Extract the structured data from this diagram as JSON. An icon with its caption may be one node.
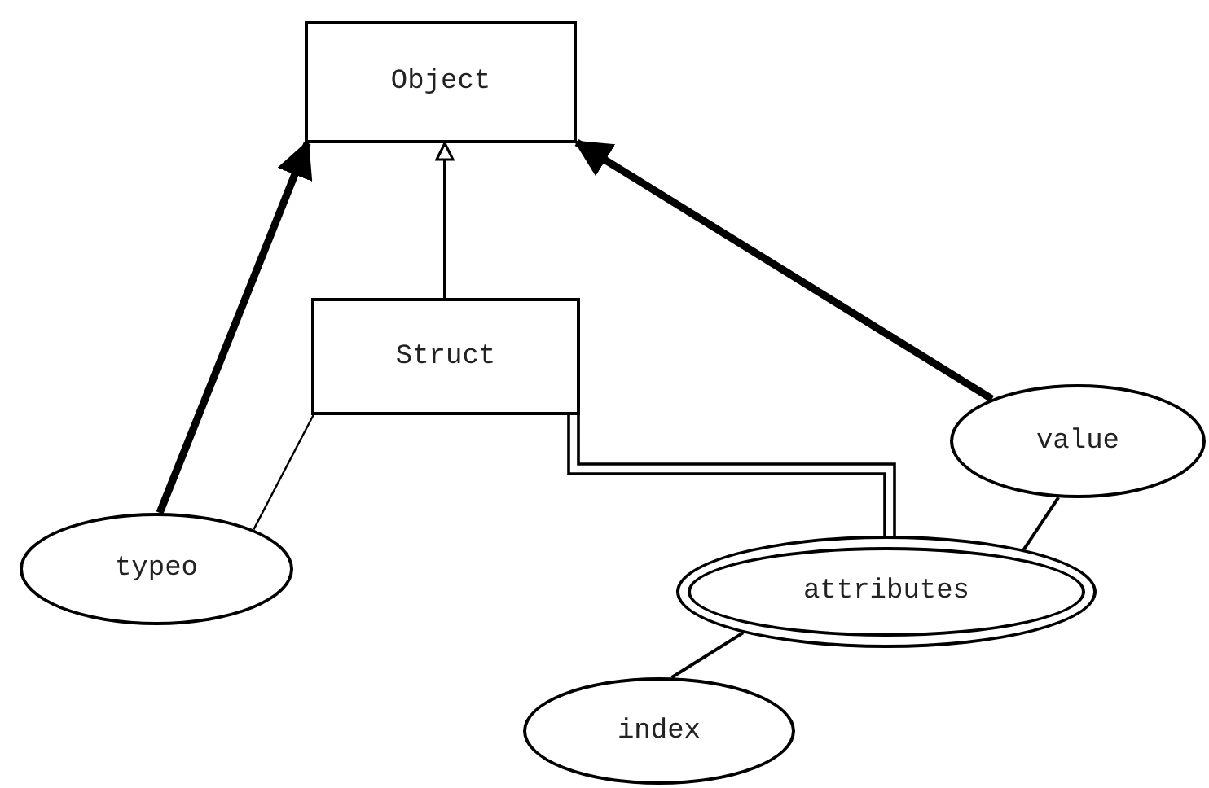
{
  "diagram": {
    "nodes": [
      {
        "text": [
          "Object"
        ]
      },
      {
        "text": [
          "Struct"
        ]
      },
      {
        "text": [
          "value"
        ]
      },
      {
        "text": [
          "typeo"
        ]
      },
      {
        "text": [
          "attributes"
        ]
      },
      {
        "text": [
          "index"
        ]
      }
    ],
    "edges": [
      {
        "from": 3,
        "to": 0,
        "arrow": "to",
        "style": "thick"
      },
      {
        "from": 1,
        "to": 0,
        "arrow": "to"
      },
      {
        "from": 2,
        "to": 0,
        "arrow": "to",
        "style": "thick"
      },
      {
        "from": 3,
        "to": 1,
        "arrow": "none"
      },
      {
        "from": 1,
        "to": 4,
        "arrow": "none"
      },
      {
        "from": 2,
        "to": 4,
        "arrow": "none"
      },
      {
        "from": 4,
        "to": 5,
        "arrow": "none"
      }
    ]
  }
}
